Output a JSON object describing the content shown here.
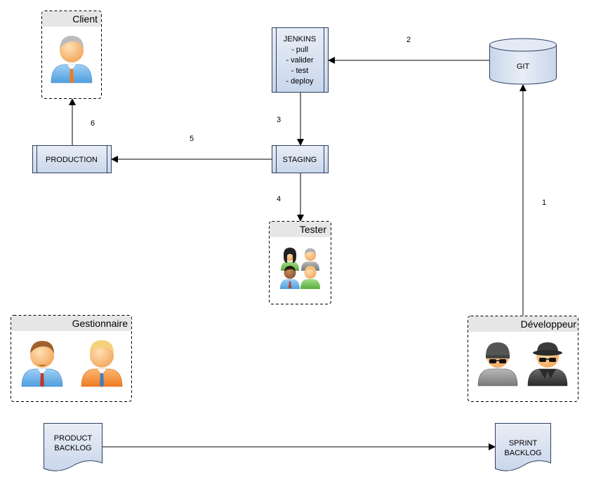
{
  "groups": {
    "client": "Client",
    "tester": "Tester",
    "gestionnaire": "Gestionnaire",
    "developpeur": "Développeur"
  },
  "nodes": {
    "jenkins": [
      "JENKINS",
      "- pull",
      "- valider",
      "- test",
      "- deploy"
    ],
    "git": "GIT",
    "staging": "STAGING",
    "production": "PRODUCTION",
    "product_backlog": [
      "PRODUCT",
      "BACKLOG"
    ],
    "sprint_backlog": [
      "SPRINT",
      "BACKLOG"
    ]
  },
  "edges": {
    "e1": "1",
    "e2": "2",
    "e3": "3",
    "e4": "4",
    "e5": "5",
    "e6": "6"
  },
  "colors": {
    "box_fill": "#dae3f0",
    "box_stroke": "#2c3e60",
    "group_header": "#e6e6e6",
    "line": "#000000"
  }
}
